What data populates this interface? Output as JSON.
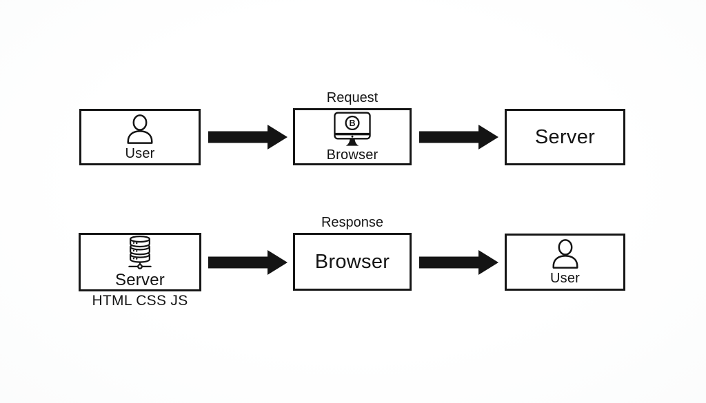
{
  "colors": {
    "ink": "#141414",
    "box_border": "#161616",
    "background": "#fdfdfd",
    "arrow_fill": "#0a0a0a"
  },
  "icons": {
    "user": "person-icon",
    "browser": "monitor-icon",
    "server": "database-icon",
    "flow": "arrow-right-icon"
  },
  "top_flow": {
    "label": "Request",
    "nodes": {
      "user": {
        "label": "User"
      },
      "browser": {
        "label": "Browser",
        "icon_letter": "B"
      },
      "server": {
        "label": "Server"
      }
    }
  },
  "bottom_flow": {
    "label": "Response",
    "nodes": {
      "server": {
        "label": "Server",
        "note": "HTML CSS JS"
      },
      "browser": {
        "label": "Browser"
      },
      "user": {
        "label": "User"
      }
    }
  }
}
